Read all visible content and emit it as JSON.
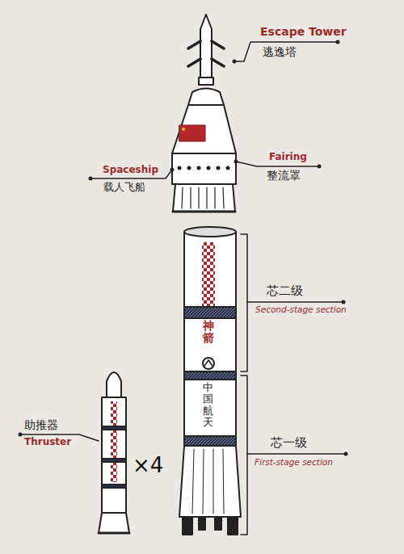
{
  "diagram": {
    "labels": [
      "Escape Tower",
      "逃逸塔",
      "Spaceship",
      "载人飞船",
      "Fairing",
      "整流罩",
      "芯二级",
      "Second-stage section",
      "神箭",
      "中国航天",
      "芯一级",
      "First-stage section",
      "助推器",
      "Thruster",
      "×4"
    ]
  }
}
